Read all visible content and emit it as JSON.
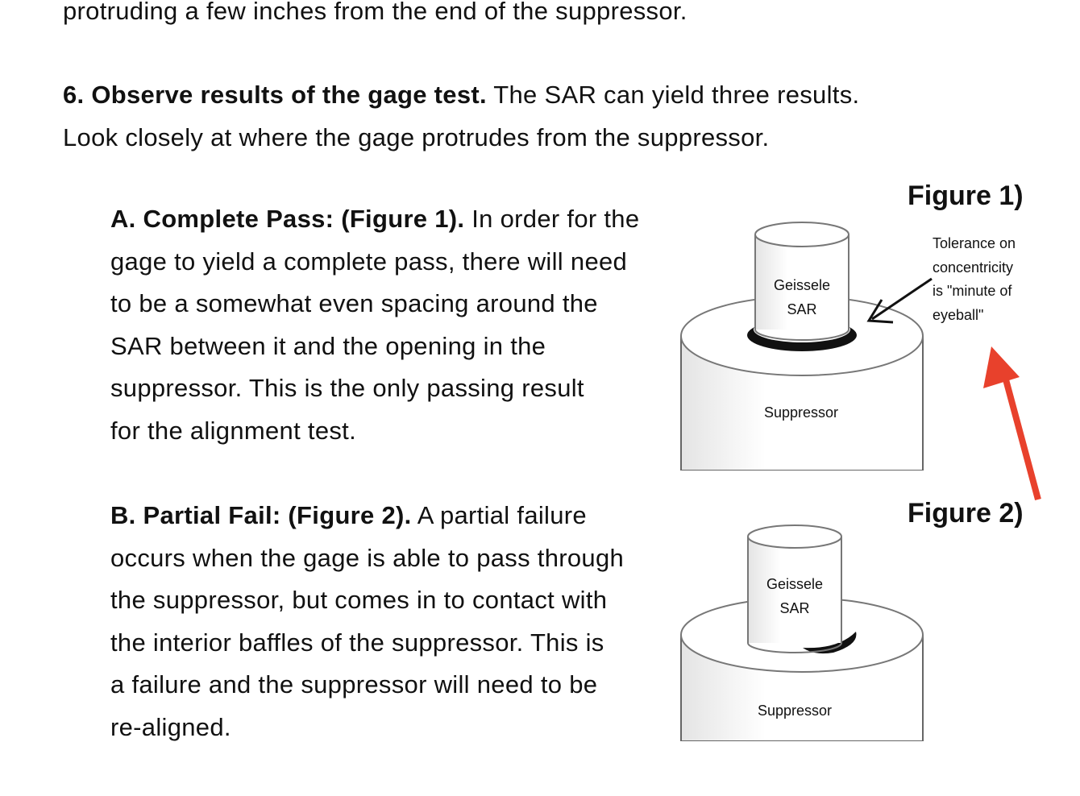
{
  "text": {
    "top_line": "protruding a few inches from the end of the suppressor.",
    "step6": {
      "heading": "6. Observe results of the gage test.",
      "line1_rest": " The SAR can yield three results.",
      "line2": "Look closely at where the gage protrudes from the suppressor."
    },
    "section_a": {
      "heading": "A. Complete Pass: (Figure 1).",
      "line1_rest": " In order for the",
      "line2": "gage to yield a complete pass, there will need",
      "line3": "to be a somewhat even spacing around the",
      "line4": "SAR between it and the opening in the",
      "line5": "suppressor. This is the only passing result",
      "line6": "for the alignment test."
    },
    "section_b": {
      "heading": "B. Partial Fail: (Figure 2).",
      "line1_rest": " A partial failure",
      "line2": "occurs when the gage is able to pass through",
      "line3": "the suppressor, but comes in to contact with",
      "line4": "the interior baffles of the suppressor. This is",
      "line5": "a failure and the suppressor will need to be",
      "line6": "re-aligned."
    }
  },
  "figure1": {
    "title": "Figure 1)",
    "sar_label_line1": "Geissele",
    "sar_label_line2": "SAR",
    "suppressor_label": "Suppressor",
    "tolerance_line1": "Tolerance on",
    "tolerance_line2": "concentricity",
    "tolerance_line3": "is \"minute of",
    "tolerance_line4": "eyeball\""
  },
  "figure2": {
    "title": "Figure 2)",
    "sar_label_line1": "Geissele",
    "sar_label_line2": "SAR",
    "suppressor_label": "Suppressor"
  },
  "colors": {
    "text": "#111111",
    "annotation_arrow": "#e8412c"
  }
}
